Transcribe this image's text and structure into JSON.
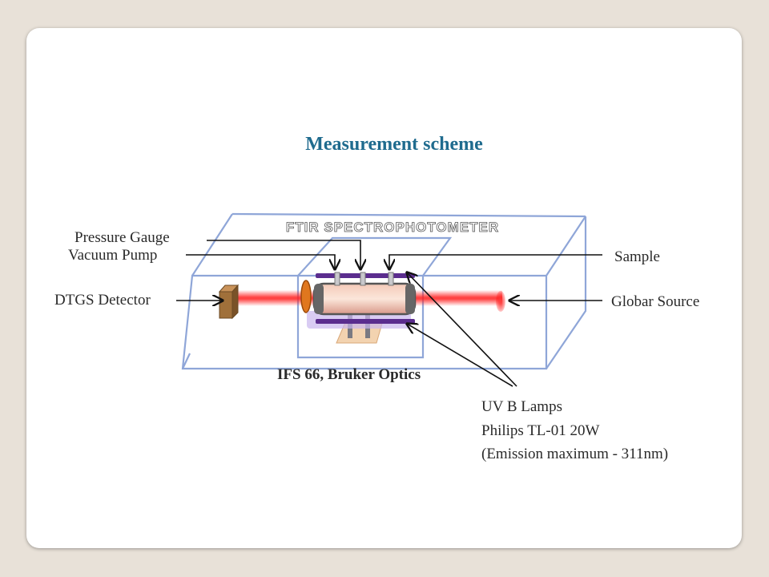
{
  "title": "Measurement scheme",
  "box_title": "FTIR SPECTROPHOTOMETER",
  "labels": {
    "pressure_gauge": "Pressure Gauge",
    "vacuum_pump": "Vacuum Pump",
    "dtgs_detector": "DTGS Detector",
    "sample": "Sample",
    "globar_source": "Globar Source",
    "instrument": "IFS 66, Bruker Optics",
    "lamps_line1": "UV B Lamps",
    "lamps_line2": "Philips TL-01 20W",
    "lamps_line3": "(Emission maximum - 311nm)"
  },
  "colors": {
    "slide_bg": "#ffffff",
    "page_bg": "#e8e1d8",
    "title": "#1f6b8e",
    "box_edge": "#8fa6d8",
    "beam": "#ff2020",
    "lamp": "#5b2d8e",
    "detector": "#a0703a",
    "lens": "#e0771e"
  }
}
